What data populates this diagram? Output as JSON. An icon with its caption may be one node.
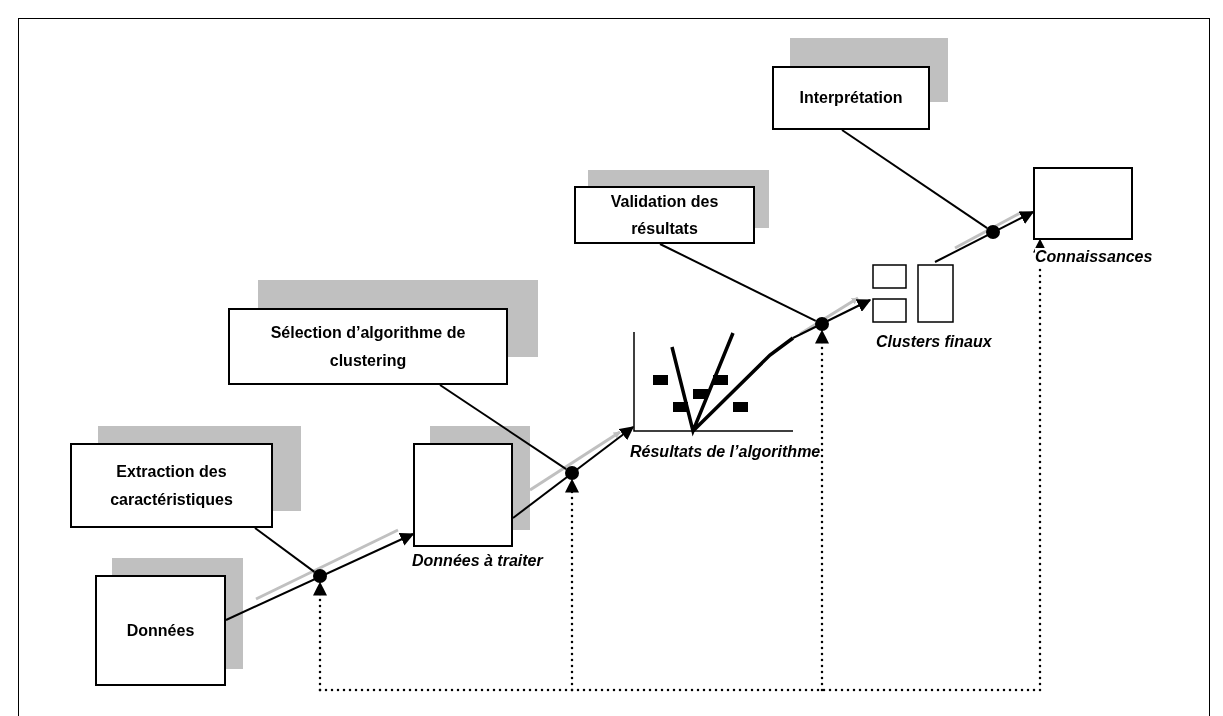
{
  "diagram": {
    "nodes": [
      {
        "text": [
          "Extraction des caractéristiques"
        ]
      },
      {
        "text": [
          "Sélection d’algorithme de clustering"
        ]
      },
      {
        "text": [
          "Validation des résultats"
        ]
      },
      {
        "text": [
          "Interprétation"
        ]
      },
      {
        "text": [
          "Données"
        ]
      },
      {
        "text": [],
        "shape": "box",
        "beside": [
          "Données à traiter"
        ]
      },
      {
        "text": [],
        "shape": "picture",
        "beside": [
          "Résultats de l’algorithme"
        ]
      },
      {
        "text": [],
        "shape": "picture",
        "beside": [
          "Clusters finaux"
        ]
      },
      {
        "text": [],
        "shape": "box",
        "beside": [
          "Connaissances"
        ]
      },
      {
        "text": [],
        "shape": "circle"
      },
      {
        "text": [],
        "shape": "circle"
      },
      {
        "text": [],
        "shape": "circle"
      },
      {
        "text": [],
        "shape": "circle"
      }
    ],
    "edges": [
      {
        "from": 4,
        "to": 5,
        "arrow": "to"
      },
      {
        "from": 5,
        "to": 6,
        "arrow": "to"
      },
      {
        "from": 6,
        "to": 7,
        "arrow": "to"
      },
      {
        "from": 7,
        "to": 8,
        "arrow": "to"
      },
      {
        "from": 0,
        "to": 9,
        "arrow": "none"
      },
      {
        "from": 1,
        "to": 10,
        "arrow": "none"
      },
      {
        "from": 2,
        "to": 11,
        "arrow": "none"
      },
      {
        "from": 3,
        "to": 12,
        "arrow": "none"
      },
      {
        "from": null,
        "to": 9,
        "arrow": "to",
        "style": "dashed"
      },
      {
        "from": null,
        "to": 10,
        "arrow": "to",
        "style": "dashed"
      },
      {
        "from": null,
        "to": 11,
        "arrow": "to",
        "style": "dashed"
      },
      {
        "from": null,
        "to": 8,
        "arrow": "to",
        "style": "dashed"
      }
    ]
  }
}
